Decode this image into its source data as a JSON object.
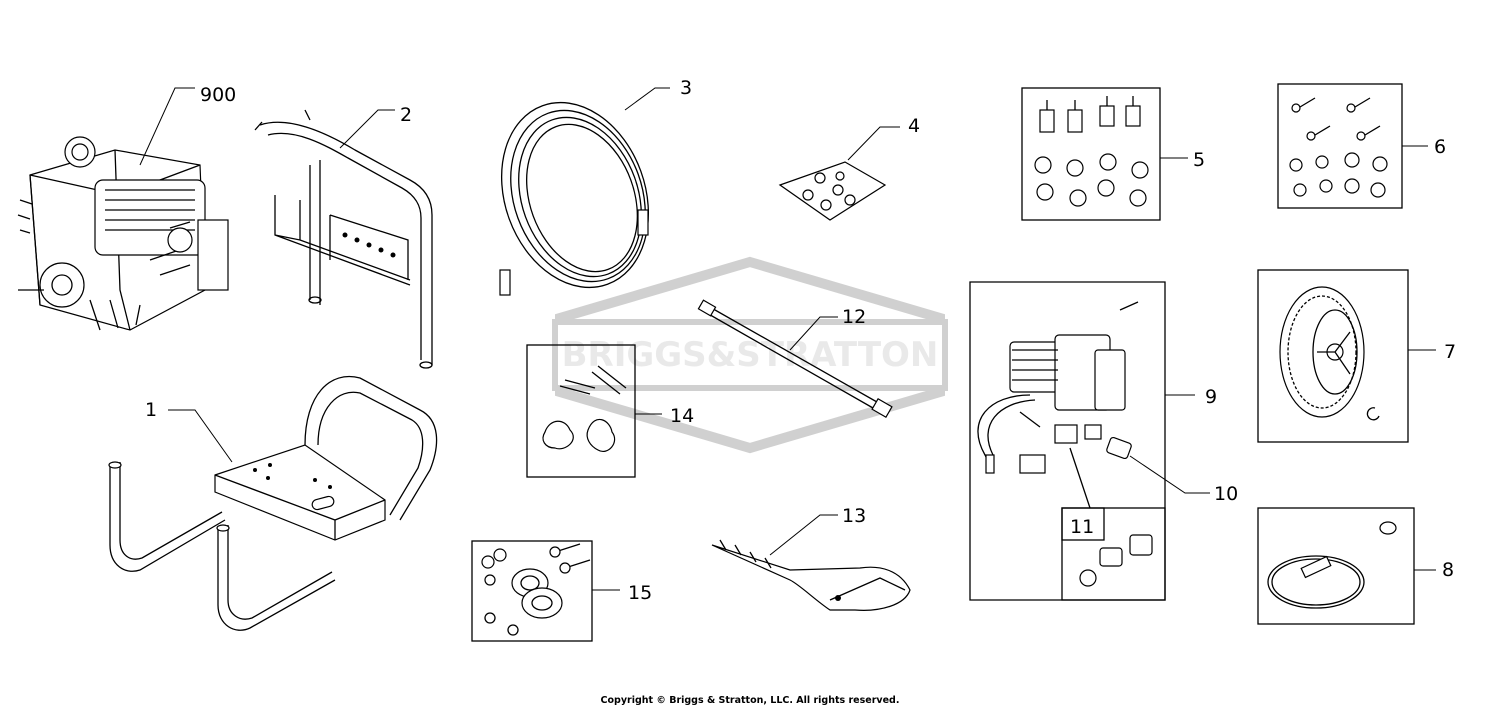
{
  "diagram": {
    "watermark": "BRIGGS&STRATTON",
    "parts": [
      {
        "id": "engine",
        "label": "900"
      },
      {
        "id": "handle",
        "label": "2"
      },
      {
        "id": "hose",
        "label": "3"
      },
      {
        "id": "small-hardware-bag",
        "label": "4"
      },
      {
        "id": "hardware-kit-5",
        "label": "5"
      },
      {
        "id": "hardware-kit-6",
        "label": "6"
      },
      {
        "id": "wheel",
        "label": "7"
      },
      {
        "id": "hose-kit",
        "label": "8"
      },
      {
        "id": "pump",
        "label": "9"
      },
      {
        "id": "pump-fitting",
        "label": "10"
      },
      {
        "id": "fitting-kit",
        "label": "11"
      },
      {
        "id": "spray-gun",
        "label": "12"
      },
      {
        "id": "spray-wand",
        "label": "13"
      },
      {
        "id": "knob-kit",
        "label": "14"
      },
      {
        "id": "base-frame",
        "label": "1"
      },
      {
        "id": "hardware-kit-15",
        "label": "15"
      }
    ],
    "copyright": "Copyright © Briggs & Stratton, LLC. All rights reserved."
  }
}
